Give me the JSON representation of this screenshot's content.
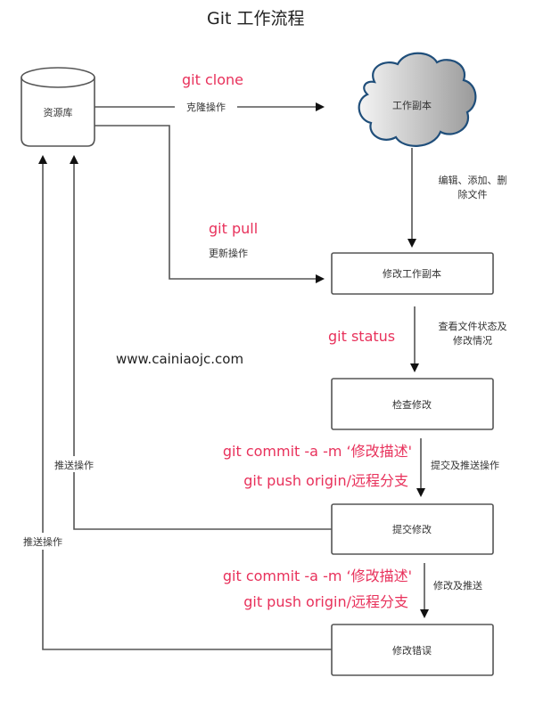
{
  "title": "Git 工作流程",
  "watermark": "www.cainiaojc.com",
  "nodes": {
    "repository": "资源库",
    "working_copy": "工作副本",
    "modify_working_copy": "修改工作副本",
    "check_changes": "检查修改",
    "commit_changes": "提交修改",
    "fix_errors": "修改错误"
  },
  "edges": {
    "clone": {
      "label": "克隆操作",
      "command": "git clone"
    },
    "pull": {
      "label": "更新操作",
      "command": "git pull"
    },
    "edit": {
      "label_line1": "编辑、添加、删",
      "label_line2": "除文件"
    },
    "status": {
      "label_line1": "查看文件状态及",
      "label_line2": "修改情况",
      "command": "git status"
    },
    "commit_push": {
      "label": "提交及推送操作",
      "command_line1": "git commit -a -m  ‘修改描述'",
      "command_line2": "git push origin/远程分支"
    },
    "fix_push": {
      "label": "修改及推送",
      "command_line1": "git commit -a -m  ‘修改描述'",
      "command_line2": "git push origin/远程分支"
    },
    "push_inner": {
      "label": "推送操作"
    },
    "push_outer": {
      "label": "推送操作"
    }
  },
  "colors": {
    "command": "#e8315b",
    "cloud_stroke": "#1f4e7a"
  }
}
